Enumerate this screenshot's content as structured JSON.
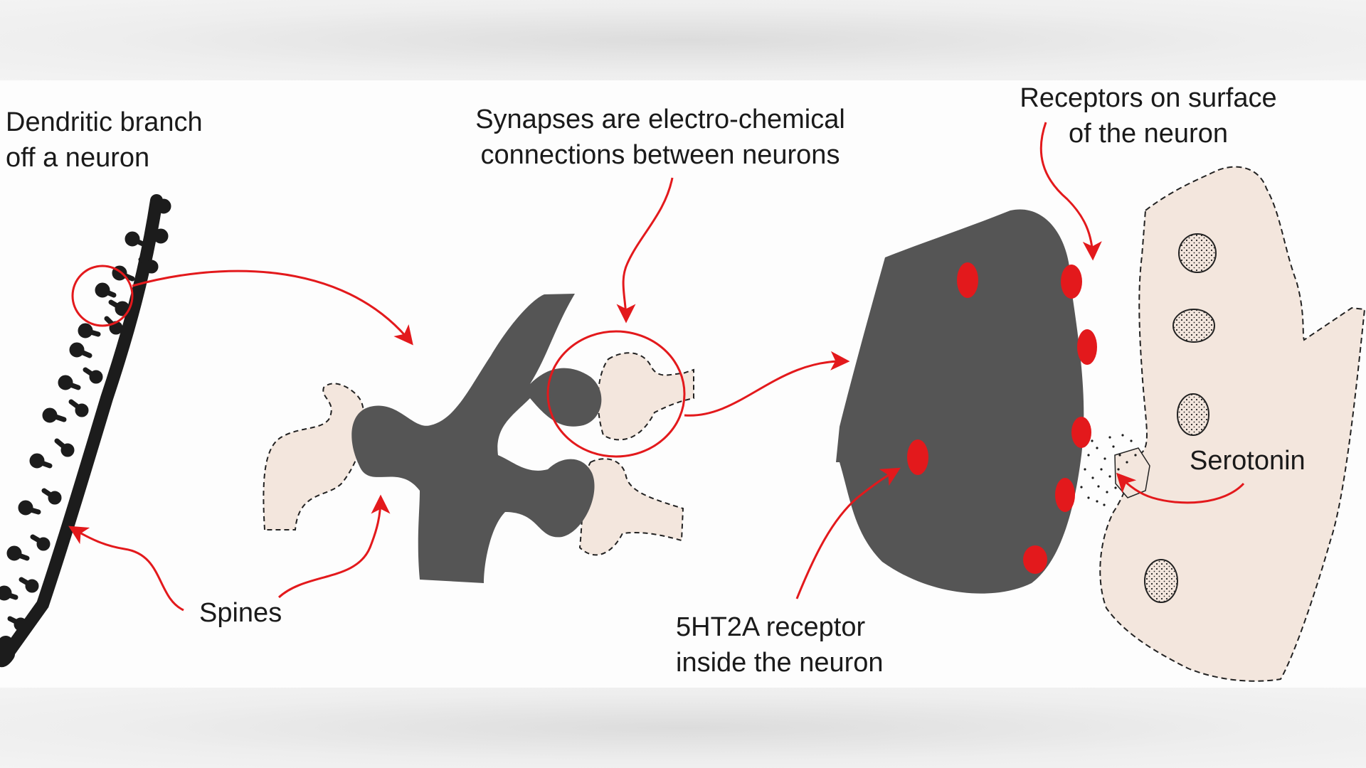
{
  "colors": {
    "neuron": "#555555",
    "accent": "#e3191c",
    "membrane": "#f3e6dd",
    "outline": "#222222"
  },
  "labels": {
    "dendritic_line1": "Dendritic branch",
    "dendritic_line2": "off a neuron",
    "synapses_line1": "Synapses are electro-chemical",
    "synapses_line2": "connections between neurons",
    "receptors_line1": "Receptors on surface",
    "receptors_line2": "of the neuron",
    "spines": "Spines",
    "serotonin": "Serotonin",
    "receptor_5ht2a_line1": "5HT2A receptor",
    "receptor_5ht2a_line2": "inside the neuron"
  }
}
